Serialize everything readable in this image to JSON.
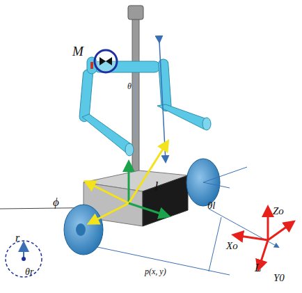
{
  "diagram": {
    "labels": [
      "M",
      "θ",
      "l",
      "ϕ",
      "θl",
      "Xo",
      "Zo",
      "Y0",
      "r",
      "θr",
      "p(x, y)",
      "L"
    ]
  }
}
